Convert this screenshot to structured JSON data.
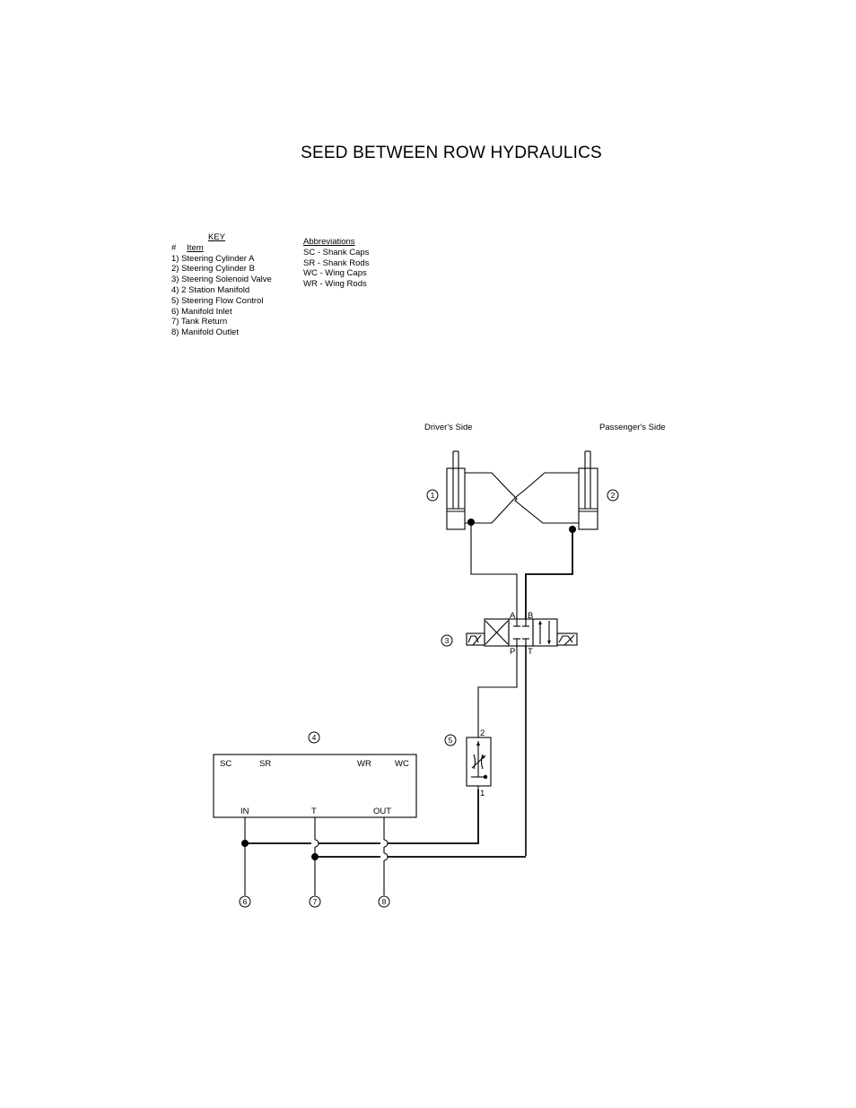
{
  "title": "SEED BETWEEN ROW HYDRAULICS",
  "key": {
    "heading": "KEY",
    "col_number": "#",
    "col_item": "Item",
    "items": [
      "1) Steering Cylinder A",
      "2) Steering Cylinder B",
      "3) Steering Solenoid Valve",
      "4) 2 Station Manifold",
      "5) Steering Flow Control",
      "6) Manifold Inlet",
      "7) Tank Return",
      "8) Manifold Outlet"
    ]
  },
  "abbreviations": {
    "heading": "Abbreviations",
    "items": [
      "SC - Shank Caps",
      "SR - Shank Rods",
      "WC - Wing Caps",
      "WR - Wing Rods"
    ]
  },
  "diagram": {
    "drivers_side": "Driver's Side",
    "passengers_side": "Passenger's Side",
    "callouts": [
      "1",
      "2",
      "3",
      "4",
      "5",
      "6",
      "7",
      "8"
    ],
    "valve_ports": {
      "a": "A",
      "b": "B",
      "p": "P",
      "t": "T"
    },
    "flow_control_ports": {
      "top": "2",
      "bottom": "1"
    },
    "manifold_top_ports": [
      "SC",
      "SR",
      "WR",
      "WC"
    ],
    "manifold_bottom_ports": [
      "IN",
      "T",
      "OUT"
    ]
  }
}
